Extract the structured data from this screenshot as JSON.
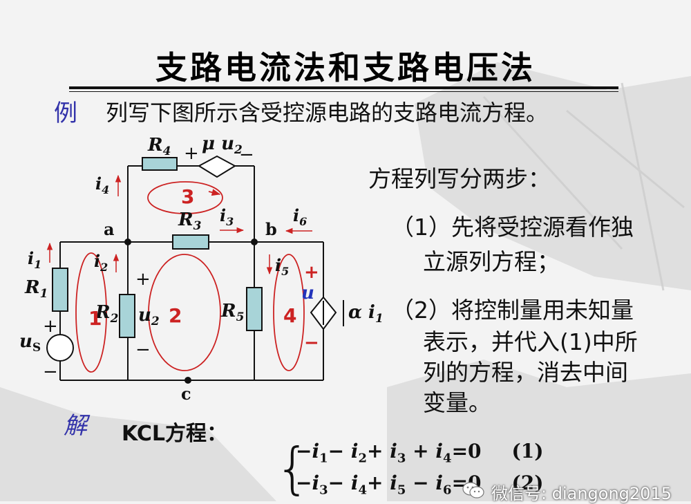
{
  "slide": {
    "title": "支路电流法和支路电压法",
    "example_label": "例",
    "example_text": "列写下图所示含受控源电路的支路电流方程。",
    "steps": {
      "intro": "方程列写分两步：",
      "step1_line1": "（1）先将受控源看作独",
      "step1_line2": "立源列方程；",
      "step2_line1": "（2）将控制量用未知量",
      "step2_line2": "表示，并代入(1)中所",
      "step2_line3": "列的方程，消去中间",
      "step2_line4": "变量。"
    },
    "solution_label": "解",
    "kcl_label": "KCL方程：",
    "equations": [
      {
        "number": "(1)"
      },
      {
        "number": "(2)"
      }
    ],
    "watermark": "微信号: diangong2015"
  },
  "circuit": {
    "labels": {
      "R4": "R",
      "R4_sub": "4",
      "R3": "R",
      "R3_sub": "3",
      "R1": "R",
      "R1_sub": "1",
      "R2": "R",
      "R2_sub": "2",
      "R5": "R",
      "R5_sub": "5",
      "mu_u2": "μ u",
      "mu_u2_sub": "2",
      "alpha_i1": "α i",
      "alpha_i1_sub": "1",
      "u_s": "u",
      "u_s_sub": "S",
      "u2": "u",
      "u2_sub": "2",
      "u": "u",
      "i1": "i",
      "i1_sub": "1",
      "i2": "i",
      "i2_sub": "2",
      "i3": "i",
      "i3_sub": "3",
      "i4": "i",
      "i4_sub": "4",
      "i5": "i",
      "i5_sub": "5",
      "i6": "i",
      "i6_sub": "6",
      "node_a": "a",
      "node_b": "b",
      "node_c": "c",
      "loop1": "1",
      "loop2": "2",
      "loop3": "3",
      "loop4": "4",
      "plus": "+",
      "minus": "−"
    },
    "colors": {
      "resistor_fill": "#a8d4d8",
      "wire": "#111111",
      "loop": "#cc2222",
      "loop_number": "#cc2222",
      "u_label": "#2233bb",
      "title_blue": "#3333aa"
    }
  }
}
